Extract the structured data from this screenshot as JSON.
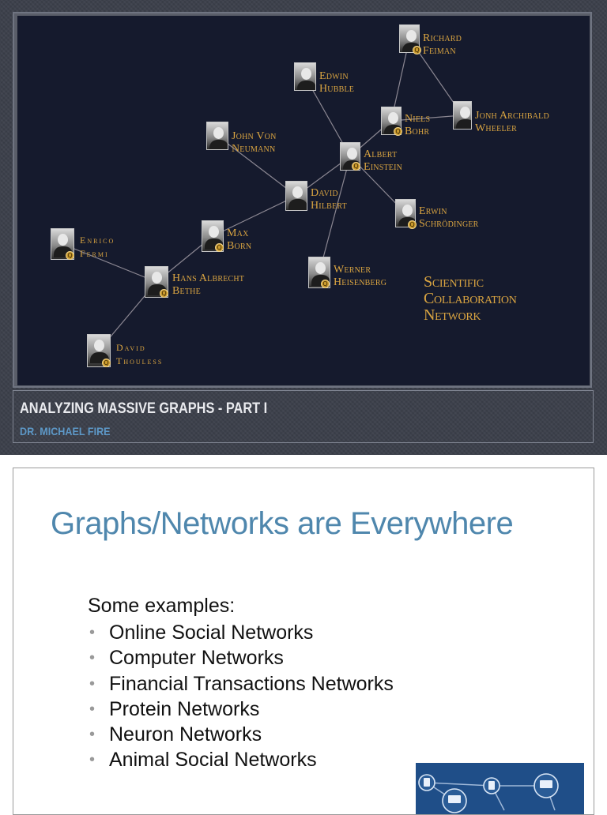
{
  "slide1": {
    "title": "ANALYZING MASSIVE GRAPHS - PART I",
    "author": "DR. MICHAEL FIRE",
    "network_title": [
      "Scientific",
      "Collaboration",
      "Network"
    ],
    "badge_symbol": "Q",
    "nodes": [
      {
        "id": "feiman",
        "lines": [
          "Richard",
          "Feiman"
        ],
        "badge": true
      },
      {
        "id": "hubble",
        "lines": [
          "Edwin",
          "Hubble"
        ],
        "badge": false
      },
      {
        "id": "bohr",
        "lines": [
          "Niels",
          "Bohr"
        ],
        "badge": true
      },
      {
        "id": "wheeler",
        "lines": [
          "Jonh Archibald",
          "Wheeler"
        ],
        "badge": false
      },
      {
        "id": "neumann",
        "lines": [
          "John Von",
          "Neumann"
        ],
        "badge": false
      },
      {
        "id": "einstein",
        "lines": [
          "Albert",
          "Einstein"
        ],
        "badge": true
      },
      {
        "id": "hilbert",
        "lines": [
          "David",
          "Hilbert"
        ],
        "badge": false
      },
      {
        "id": "schrodinger",
        "lines": [
          "Erwin",
          "Schrödinger"
        ],
        "badge": true
      },
      {
        "id": "fermi",
        "lines": [
          "Enrico",
          "Fermi"
        ],
        "badge": true
      },
      {
        "id": "born",
        "lines": [
          "Max",
          "Born"
        ],
        "badge": true
      },
      {
        "id": "bethe",
        "lines": [
          "Hans Albrecht",
          "Bethe"
        ],
        "badge": true
      },
      {
        "id": "heisenberg",
        "lines": [
          "Werner",
          "Heisenberg"
        ],
        "badge": true
      },
      {
        "id": "thouless",
        "lines": [
          "David",
          "Thouless"
        ],
        "badge": true
      }
    ],
    "edges": [
      [
        "feiman",
        "bohr"
      ],
      [
        "feiman",
        "wheeler"
      ],
      [
        "bohr",
        "wheeler"
      ],
      [
        "bohr",
        "einstein"
      ],
      [
        "hubble",
        "einstein"
      ],
      [
        "einstein",
        "hilbert"
      ],
      [
        "einstein",
        "schrodinger"
      ],
      [
        "einstein",
        "heisenberg"
      ],
      [
        "neumann",
        "hilbert"
      ],
      [
        "hilbert",
        "born"
      ],
      [
        "born",
        "bethe"
      ],
      [
        "fermi",
        "bethe"
      ],
      [
        "bethe",
        "thouless"
      ]
    ],
    "colors": {
      "panel": "#151a2d",
      "label": "#d9a441",
      "edge": "#8b8792",
      "author": "#5d98c7"
    }
  },
  "slide2": {
    "heading": "Graphs/Networks are Everywhere",
    "intro": "Some examples:",
    "bullet_symbol": "•",
    "examples": [
      "Online Social Networks",
      "Computer Networks",
      "Financial Transactions Networks",
      "Protein Networks",
      "Neuron Networks",
      "Animal Social Networks"
    ],
    "colors": {
      "heading": "#4f87ad",
      "thumbnail": "#1f4e88"
    }
  }
}
